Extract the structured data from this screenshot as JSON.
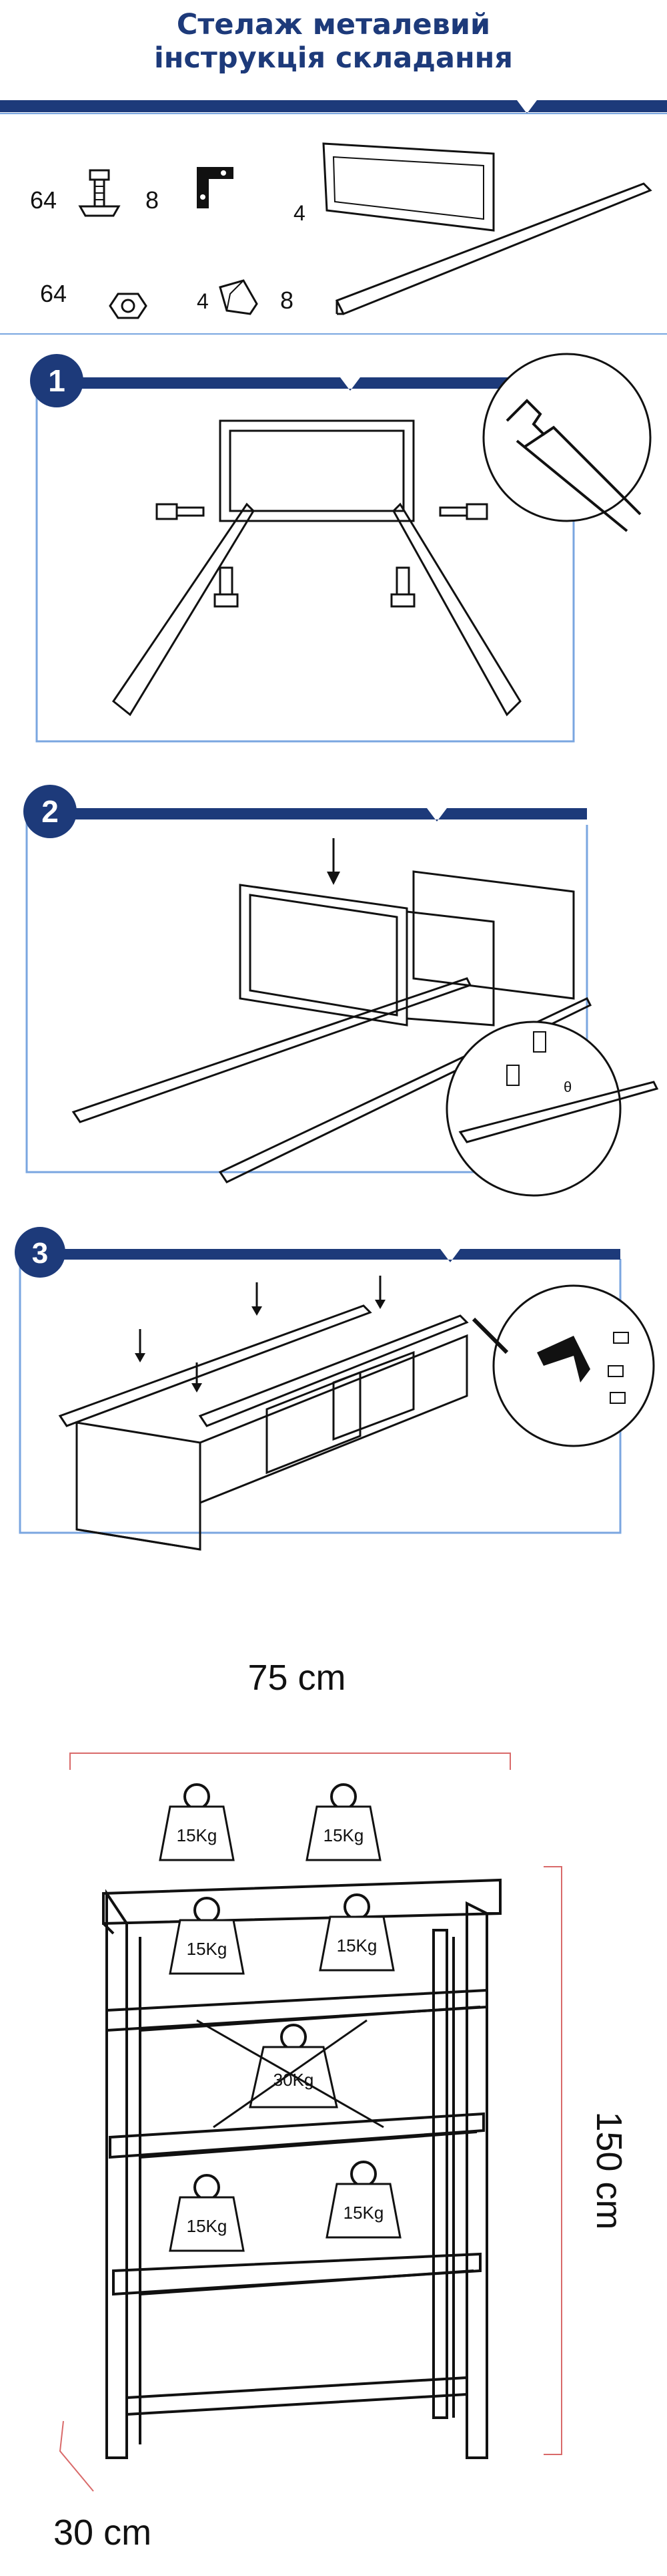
{
  "header": {
    "title_line1": "Стелаж металевий",
    "title_line2": "інструкція складання"
  },
  "parts": {
    "bolt_count": "64",
    "corner_bracket_count": "8",
    "frame_count": "4",
    "nut_count": "64",
    "foot_cap_count": "4",
    "foot_cap_count_b": "8"
  },
  "steps": [
    {
      "number": "1"
    },
    {
      "number": "2"
    },
    {
      "number": "3"
    }
  ],
  "dimensions": {
    "width": "75 cm",
    "height": "150 cm",
    "depth": "30 cm"
  },
  "load": {
    "per_point": "15Kg",
    "not_allowed": "30Kg"
  },
  "colors": {
    "brand_blue": "#1d3a7a",
    "frame_blue": "#7aa6e0",
    "dimension_red": "#d96a6a"
  }
}
